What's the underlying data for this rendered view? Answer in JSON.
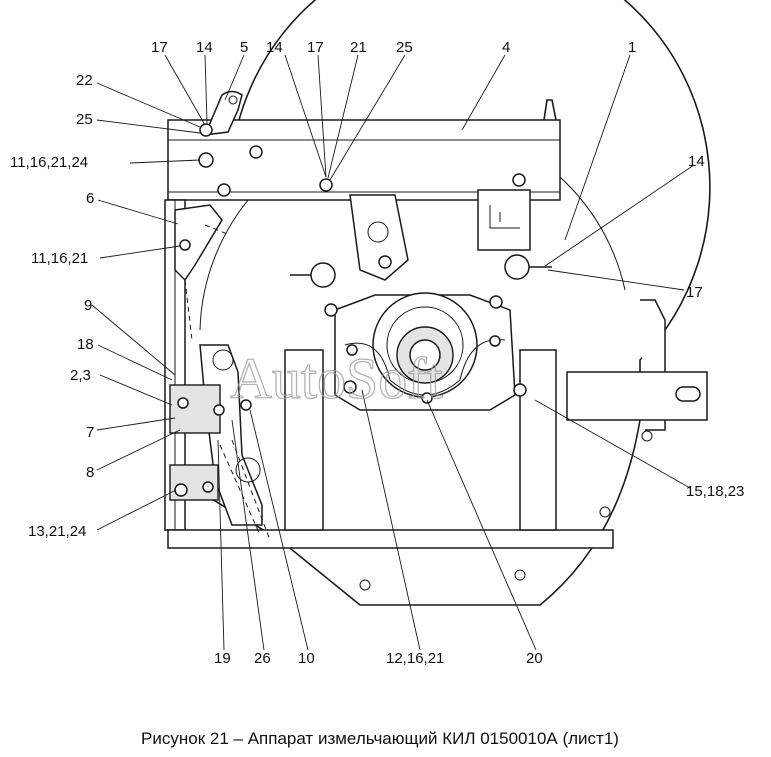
{
  "caption": "Рисунок 21 – Аппарат измельчающий КИЛ 0150010А (лист1)",
  "watermark": "AutoSoft",
  "callouts": [
    {
      "id": "c-17-top-left",
      "text": "17"
    },
    {
      "id": "c-14-top-left",
      "text": "14"
    },
    {
      "id": "c-5",
      "text": "5"
    },
    {
      "id": "c-14-top-mid",
      "text": "14"
    },
    {
      "id": "c-17-top-mid",
      "text": "17"
    },
    {
      "id": "c-21-top",
      "text": "21"
    },
    {
      "id": "c-25-top",
      "text": "25"
    },
    {
      "id": "c-4",
      "text": "4"
    },
    {
      "id": "c-1",
      "text": "1"
    },
    {
      "id": "c-22",
      "text": "22"
    },
    {
      "id": "c-25-left",
      "text": "25"
    },
    {
      "id": "c-11-16-21-24",
      "text": "11,16,21,24"
    },
    {
      "id": "c-6",
      "text": "6"
    },
    {
      "id": "c-11-16-21",
      "text": "11,16,21"
    },
    {
      "id": "c-14-right",
      "text": "14"
    },
    {
      "id": "c-17-right",
      "text": "17"
    },
    {
      "id": "c-9",
      "text": "9"
    },
    {
      "id": "c-18",
      "text": "18"
    },
    {
      "id": "c-2-3",
      "text": "2,3"
    },
    {
      "id": "c-7",
      "text": "7"
    },
    {
      "id": "c-8",
      "text": "8"
    },
    {
      "id": "c-13-21-24",
      "text": "13,21,24"
    },
    {
      "id": "c-15-18-23",
      "text": "15,18,23"
    },
    {
      "id": "c-19",
      "text": "19"
    },
    {
      "id": "c-26",
      "text": "26"
    },
    {
      "id": "c-10",
      "text": "10"
    },
    {
      "id": "c-12-16-21",
      "text": "12,16,21"
    },
    {
      "id": "c-20",
      "text": "20"
    }
  ]
}
